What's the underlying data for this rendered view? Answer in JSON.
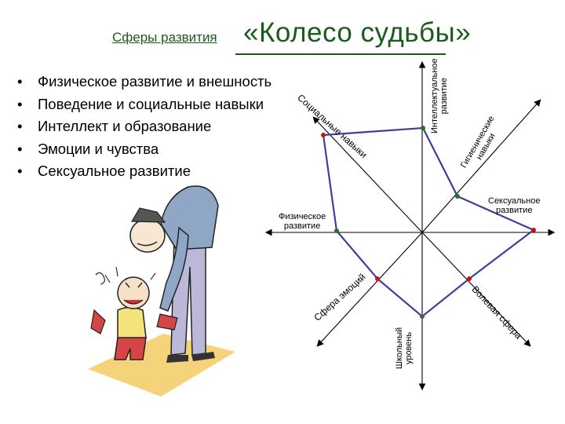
{
  "header": {
    "subtitle": "Сферы развития",
    "title": "«Колесо судьбы»"
  },
  "bullets": [
    "Физическое развитие и внешность",
    "Поведение и социальные навыки",
    "Интеллект и образование",
    "Эмоции и чувства",
    "Сексуальное развитие"
  ],
  "bullet_glyph": "•",
  "wheel": {
    "axis_labels": {
      "intellectual": [
        "Интеллектуальное",
        "развитие"
      ],
      "hygienic": [
        "Гигиенические",
        "навыки"
      ],
      "sexual": [
        "Сексуальное",
        "развитие"
      ],
      "volitional": "Волевая сфера",
      "school": [
        "Школьный",
        "уровень"
      ],
      "emotions": "Сфера эмоций",
      "physical": [
        "Физическое",
        "развитие"
      ],
      "social": "Социальные навыки"
    },
    "colors": {
      "axis": "#000000",
      "profile_line": "#3f3f9a",
      "point_red": "#cc1111",
      "point_green": "#2c6e2c"
    }
  },
  "illustration": {
    "name": "cartoon of a father scolding a crying child",
    "colors": {
      "floor": "#f4d37a",
      "shirt": "#8fa6c4",
      "trousers": "#bcb8d9",
      "child_shirt": "#f4e27a",
      "child_pants": "#d64545"
    }
  }
}
